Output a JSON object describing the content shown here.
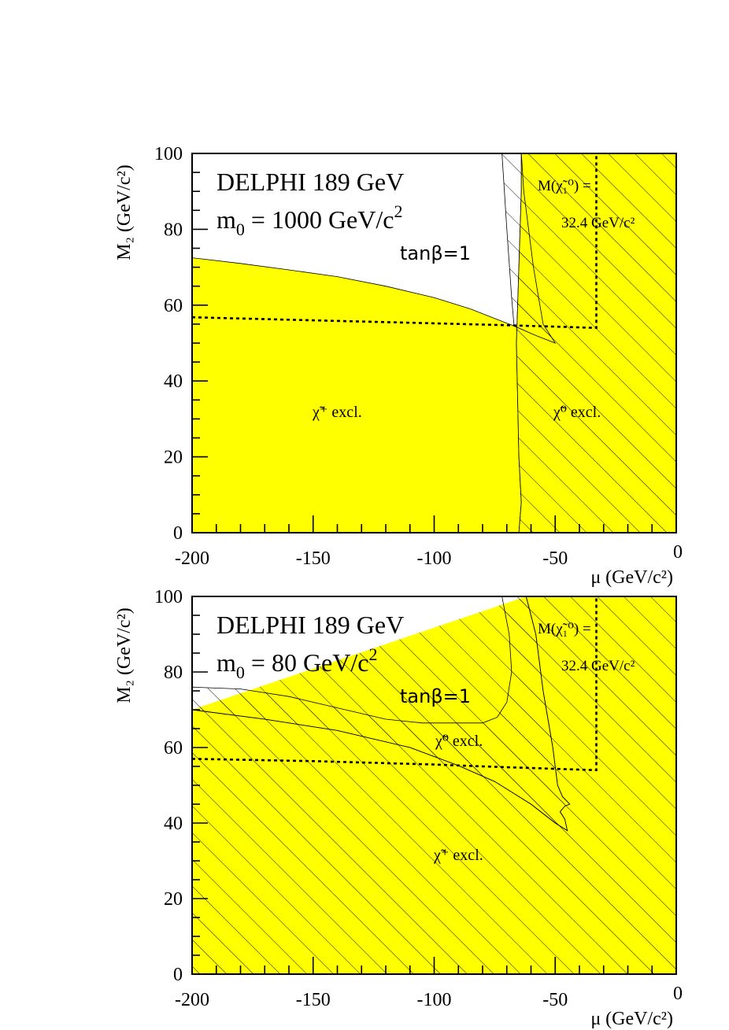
{
  "colors": {
    "excluded_fill": "#ffff00",
    "outline": "#000000",
    "background": "#ffffff"
  },
  "chart_data": [
    {
      "type": "area",
      "panel": "top",
      "xlabel": "μ (GeV/c²)",
      "ylabel": "M₂ (GeV/c²)",
      "xlim": [
        -200,
        0
      ],
      "ylim": [
        0,
        100
      ],
      "x_ticks": [
        -200,
        -150,
        -100,
        -50,
        0
      ],
      "x_tick_labels": [
        "-200",
        "-150",
        "-100",
        "-50",
        "0"
      ],
      "y_ticks": [
        0,
        20,
        40,
        60,
        80,
        100
      ],
      "y_tick_labels": [
        "0",
        "20",
        "40",
        "60",
        "80",
        "100"
      ],
      "grid": false,
      "annotations": {
        "experiment": "DELPHI 189 GeV",
        "m0_label": "m",
        "m0_sub": "0",
        "m0_value": " = 1000 GeV/c",
        "m0_sup": "2",
        "tanbeta": "tanβ=1",
        "chargino_region": "χ̃⁺ excl.",
        "neutralino_region": "χ̃⁰ excl.",
        "lsp_line1": "M(χ̃₁⁰) =",
        "lsp_line2": "32.4 GeV/c²"
      },
      "chargino_excluded_region": [
        [
          -200,
          0
        ],
        [
          -200,
          72.5
        ],
        [
          -180,
          71
        ],
        [
          -160,
          69.3
        ],
        [
          -140,
          67.5
        ],
        [
          -120,
          65
        ],
        [
          -100,
          62
        ],
        [
          -85,
          59
        ],
        [
          -75,
          56.5
        ],
        [
          -67,
          54.5
        ],
        [
          -58,
          52
        ],
        [
          -50,
          50
        ],
        [
          -55,
          55
        ],
        [
          -59,
          70
        ],
        [
          -63,
          90
        ],
        [
          -64,
          100
        ],
        [
          -64,
          90
        ],
        [
          -66,
          50
        ],
        [
          -65,
          20
        ],
        [
          -64,
          8
        ],
        [
          -65,
          0
        ]
      ],
      "neutralino_excluded_region": [
        [
          -65,
          0
        ],
        [
          -64,
          8
        ],
        [
          -65,
          20
        ],
        [
          -66,
          50
        ],
        [
          -64,
          90
        ],
        [
          -64,
          100
        ],
        [
          0,
          100
        ],
        [
          0,
          0
        ]
      ],
      "hatched_region": [
        [
          -72,
          100
        ],
        [
          -64,
          100
        ],
        [
          -63,
          90
        ],
        [
          -59,
          70
        ],
        [
          -55,
          55
        ],
        [
          -50,
          50
        ],
        [
          -58,
          52
        ],
        [
          -67,
          54.5
        ],
        [
          -68,
          62
        ],
        [
          -70,
          80
        ],
        [
          -72,
          100
        ]
      ],
      "lsp_mass_contour": [
        [
          -200,
          56.8
        ],
        [
          -150,
          56
        ],
        [
          -100,
          55.2
        ],
        [
          -70,
          54.7
        ],
        [
          -33,
          54
        ],
        [
          -33,
          100
        ]
      ]
    },
    {
      "type": "area",
      "panel": "bottom",
      "xlabel": "μ (GeV/c²)",
      "ylabel": "M₂ (GeV/c²)",
      "xlim": [
        -200,
        0
      ],
      "ylim": [
        0,
        100
      ],
      "x_ticks": [
        -200,
        -150,
        -100,
        -50,
        0
      ],
      "x_tick_labels": [
        "-200",
        "-150",
        "-100",
        "-50",
        "0"
      ],
      "y_ticks": [
        0,
        20,
        40,
        60,
        80,
        100
      ],
      "y_tick_labels": [
        "0",
        "20",
        "40",
        "60",
        "80",
        "100"
      ],
      "grid": false,
      "annotations": {
        "experiment": "DELPHI 189 GeV",
        "m0_label": "m",
        "m0_sub": "0",
        "m0_value": " = 80 GeV/c",
        "m0_sup": "2",
        "tanbeta": "tanβ=1",
        "chargino_region": "χ̃⁺ excl.",
        "neutralino_region": "χ̃⁰ excl.",
        "lsp_line1": "M(χ̃₁⁰) =",
        "lsp_line2": "32.4 GeV/c²"
      },
      "chargino_excluded_region": [
        [
          -200,
          0
        ],
        [
          -200,
          70
        ],
        [
          -170,
          67.5
        ],
        [
          -140,
          64.5
        ],
        [
          -110,
          60
        ],
        [
          -90,
          55.2
        ],
        [
          -75,
          51
        ],
        [
          -60,
          45
        ],
        [
          -50,
          40
        ],
        [
          -45,
          38
        ],
        [
          -46,
          41
        ],
        [
          -48,
          43
        ],
        [
          -46,
          44.5
        ],
        [
          -44,
          45
        ],
        [
          -47,
          47
        ],
        [
          -49,
          50
        ],
        [
          -51,
          60
        ],
        [
          -55,
          75
        ],
        [
          -58,
          90
        ],
        [
          -62,
          100
        ],
        [
          0,
          100
        ],
        [
          0,
          0
        ]
      ],
      "neutralino_excluded_region": [
        [
          -62,
          100
        ],
        [
          0,
          100
        ],
        [
          0,
          0
        ],
        [
          -200,
          0
        ],
        [
          -200,
          70
        ]
      ],
      "hatched_region": [
        [
          -200,
          70
        ],
        [
          -200,
          76
        ],
        [
          -180,
          75.5
        ],
        [
          -160,
          73.5
        ],
        [
          -140,
          70.5
        ],
        [
          -120,
          67.5
        ],
        [
          -105,
          66.5
        ],
        [
          -90,
          66.5
        ],
        [
          -80,
          66.5
        ],
        [
          -74,
          68
        ],
        [
          -70,
          72
        ],
        [
          -68,
          80
        ],
        [
          -69,
          90
        ],
        [
          -72,
          100
        ],
        [
          -62,
          100
        ],
        [
          -58,
          90
        ],
        [
          -55,
          75
        ],
        [
          -51,
          60
        ],
        [
          -49,
          50
        ],
        [
          -47,
          47
        ],
        [
          -44,
          45
        ],
        [
          -46,
          44.5
        ],
        [
          -48,
          43
        ],
        [
          -46,
          41
        ],
        [
          -45,
          38
        ],
        [
          -50,
          40
        ],
        [
          -60,
          45
        ],
        [
          -75,
          51
        ],
        [
          -90,
          55.2
        ],
        [
          -110,
          60
        ],
        [
          -140,
          64.5
        ],
        [
          -170,
          67.5
        ]
      ],
      "lsp_mass_contour": [
        [
          -200,
          57
        ],
        [
          -150,
          56.4
        ],
        [
          -100,
          55.5
        ],
        [
          -80,
          55
        ],
        [
          -33,
          54
        ],
        [
          -33,
          100
        ]
      ]
    }
  ]
}
